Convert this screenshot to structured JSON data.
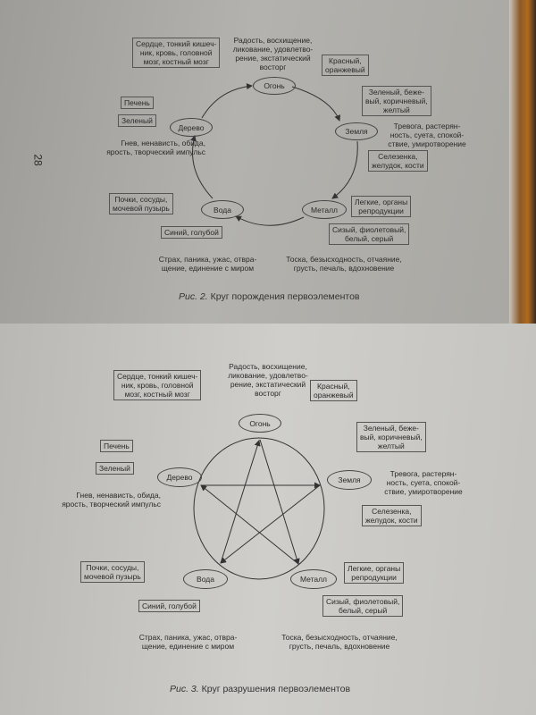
{
  "page_number": "28",
  "figures": [
    {
      "caption_prefix": "Рис. 2.",
      "caption": "Круг порождения первоэлементов",
      "elements": {
        "fire": "Огонь",
        "earth": "Земля",
        "metal": "Металл",
        "water": "Вода",
        "wood": "Дерево"
      },
      "labels": {
        "fire_organs": "Сердце, тонкий кишеч-\nник, кровь, головной\nмозг, костный мозг",
        "fire_emotions": "Радость, восхищение,\nликование, удовлетво-\nрение, экстатический\nвосторг",
        "fire_colors": "Красный,\nоранжевый",
        "earth_colors": "Зеленый, беже-\nвый, коричневый,\nжелтый",
        "earth_emotions": "Тревога, растерян-\nность, суета, спокой-\nствие, умиротворение",
        "earth_organs": "Селезенка,\nжелудок, кости",
        "metal_organs": "Легкие, органы\nрепродукции",
        "metal_colors": "Сизый, фиолетовый,\nбелый, серый",
        "metal_emotions": "Тоска, безысходность, отчаяние,\nгрусть, печаль, вдохновение",
        "water_organs": "Почки, сосуды,\nмочевой пузырь",
        "water_colors": "Синий, голубой",
        "water_emotions": "Страх, паника, ужас, отвра-\nщение, единение с миром",
        "wood_organs": "Печень",
        "wood_colors": "Зеленый",
        "wood_emotions": "Гнев, ненависть, обида,\nярость, творческий импульс"
      }
    },
    {
      "caption_prefix": "Рис. 3.",
      "caption": "Круг разрушения первоэлементов",
      "elements": {
        "fire": "Огонь",
        "earth": "Земля",
        "metal": "Металл",
        "water": "Вода",
        "wood": "Дерево"
      },
      "labels": {
        "fire_organs": "Сердце, тонкий кишеч-\nник, кровь, головной\nмозг, костный мозг",
        "fire_emotions": "Радость, восхищение,\nликование, удовлетво-\nрение, экстатический\nвосторг",
        "fire_colors": "Красный,\nоранжевый",
        "earth_colors": "Зеленый, беже-\nвый, коричневый,\nжелтый",
        "earth_emotions": "Тревога, растерян-\nность, суета, спокой-\nствие, умиротворение",
        "earth_organs": "Селезенка,\nжелудок, кости",
        "metal_organs": "Легкие, органы\nрепродукции",
        "metal_colors": "Сизый, фиолетовый,\nбелый, серый",
        "metal_emotions": "Тоска, безысходность, отчаяние,\nгрусть, печаль, вдохновение",
        "water_organs": "Почки, сосуды,\nмочевой пузырь",
        "water_colors": "Синий, голубой",
        "water_emotions": "Страх, паника, ужас, отвра-\nщение, единение с миром",
        "wood_organs": "Печень",
        "wood_colors": "Зеленый",
        "wood_emotions": "Гнев, ненависть, обида,\nярость, творческий импульс"
      }
    }
  ]
}
